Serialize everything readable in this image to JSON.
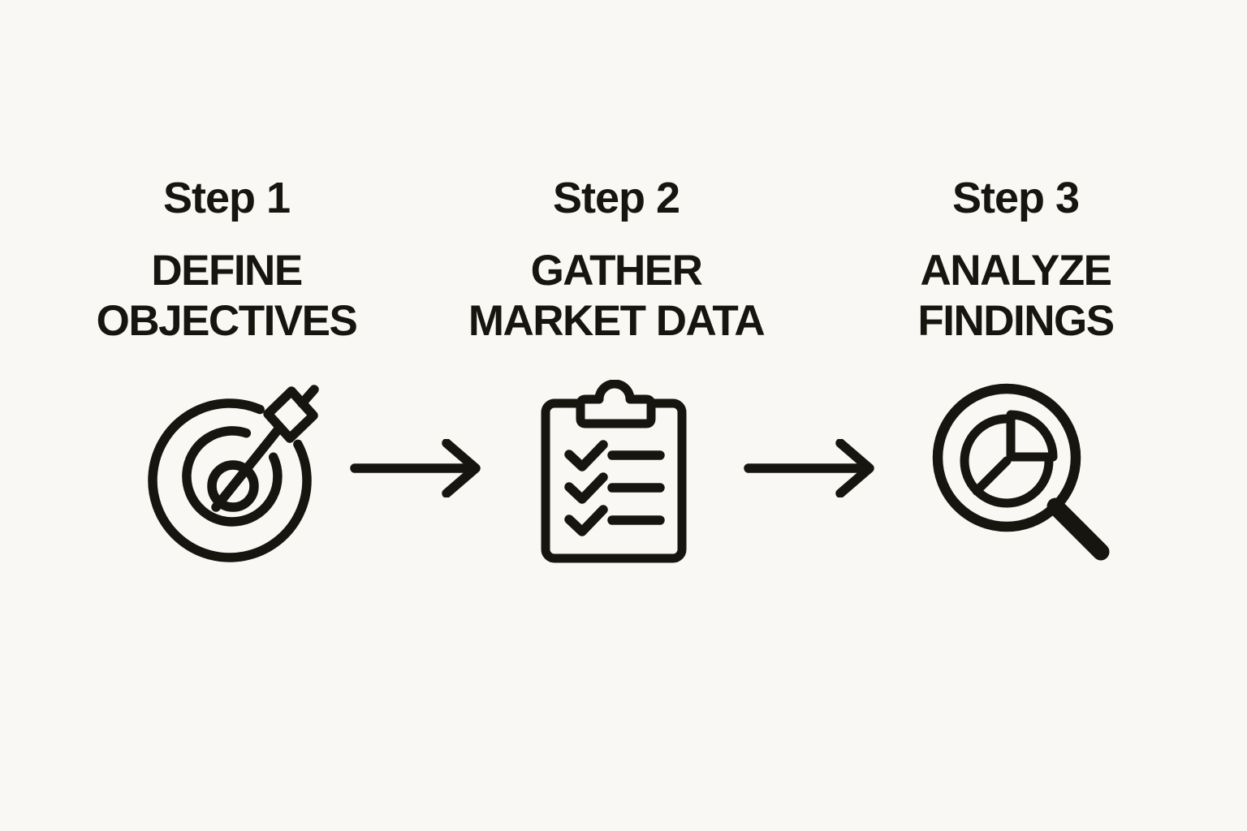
{
  "diagram": {
    "name": "three-step-process",
    "colors": {
      "background": "#f9f8f4",
      "ink": "#17150f"
    }
  },
  "steps": [
    {
      "label": "Step 1",
      "title": "DEFINE\nOBJECTIVES",
      "icon": "target-arrow-icon"
    },
    {
      "label": "Step 2",
      "title": "GATHER\nMARKET DATA",
      "icon": "clipboard-checklist-icon"
    },
    {
      "label": "Step 3",
      "title": "ANALYZE\nFINDINGS",
      "icon": "magnifier-pie-chart-icon"
    }
  ],
  "connectors": [
    {
      "icon": "right-arrow-icon"
    },
    {
      "icon": "right-arrow-icon"
    }
  ]
}
